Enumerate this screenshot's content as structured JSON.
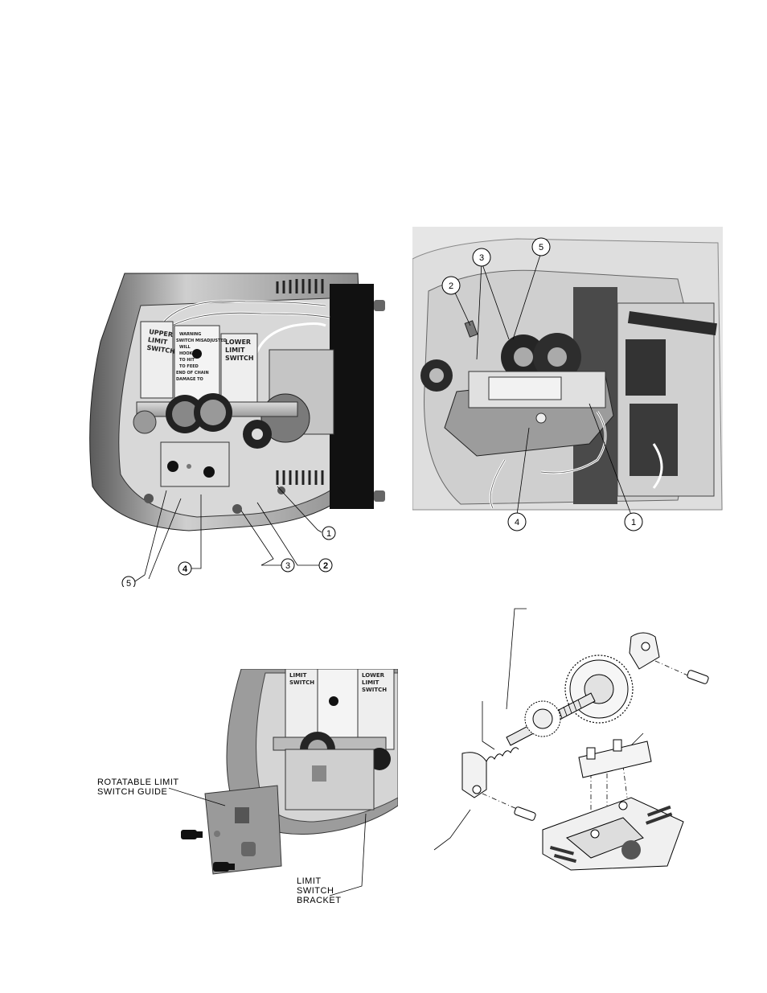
{
  "figure1": {
    "callouts": [
      {
        "id": "c1",
        "text": "1",
        "bold": false
      },
      {
        "id": "c2",
        "text": "2",
        "bold": true
      },
      {
        "id": "c3",
        "text": "3",
        "bold": false
      },
      {
        "id": "c4",
        "text": "4",
        "bold": true
      },
      {
        "id": "c5",
        "text": "5",
        "bold": false
      }
    ],
    "switch_upper_label": [
      "UPPER",
      "LIMIT",
      "SWITCH"
    ],
    "switch_lower_label": [
      "LOWER",
      "LIMIT",
      "SWITCH"
    ],
    "warning_plate": [
      "WARNING",
      "SWITCH MISADJUSTED",
      "WILL",
      "HOOK",
      "TO HIT",
      "TO FEED",
      "END OF CHAIN",
      "DAMAGE TO"
    ]
  },
  "figure2": {
    "callouts": [
      {
        "id": "d1",
        "text": "1"
      },
      {
        "id": "d2",
        "text": "2"
      },
      {
        "id": "d3",
        "text": "3"
      },
      {
        "id": "d4",
        "text": "4"
      },
      {
        "id": "d5",
        "text": "5"
      }
    ]
  },
  "figure3": {
    "label_guide": [
      "ROTATABLE LIMIT",
      "SWITCH GUIDE"
    ],
    "label_bracket": [
      "LIMIT",
      "SWITCH",
      "BRACKET"
    ],
    "switch_upper_label": [
      "LIMIT",
      "SWITCH"
    ],
    "switch_lower_label": [
      "LOWER",
      "LIMIT",
      "SWITCH"
    ]
  },
  "colors": {
    "ink": "#000000",
    "housing_light": "#e6e6e6",
    "housing_mid": "#a8a8a8",
    "housing_dark": "#3a3a3a"
  }
}
